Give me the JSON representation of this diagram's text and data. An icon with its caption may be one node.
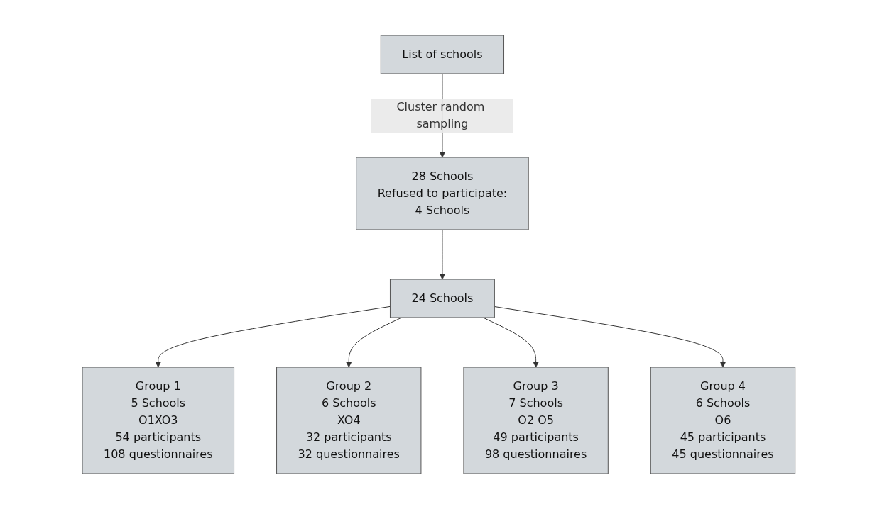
{
  "diagram": {
    "nodes": [
      {
        "text": [
          "List of schools"
        ]
      },
      {
        "text": [
          "28 Schools",
          "Refused to participate:",
          "4 Schools"
        ]
      },
      {
        "text": [
          "24 Schools"
        ]
      },
      {
        "text": [
          "Group 1",
          "5 Schools",
          "O1XO3",
          "54 participants",
          "108 questionnaires"
        ]
      },
      {
        "text": [
          "Group 2",
          "6 Schools",
          "XO4",
          "32 participants",
          "32 questionnaires"
        ]
      },
      {
        "text": [
          "Group 3",
          "7 Schools",
          "O2 O5",
          "49 participants",
          "98 questionnaires"
        ]
      },
      {
        "text": [
          "Group 4",
          "6 Schools",
          "O6",
          "45 participants",
          "45 questionnaires"
        ]
      }
    ],
    "edges": [
      {
        "from": 0,
        "to": 1,
        "arrow": "to",
        "label": "Cluster random sampling"
      },
      {
        "from": 1,
        "to": 2,
        "arrow": "to"
      },
      {
        "from": 2,
        "to": 3,
        "arrow": "to"
      },
      {
        "from": 2,
        "to": 4,
        "arrow": "to"
      },
      {
        "from": 2,
        "to": 5,
        "arrow": "to"
      },
      {
        "from": 2,
        "to": 6,
        "arrow": "to"
      }
    ]
  }
}
